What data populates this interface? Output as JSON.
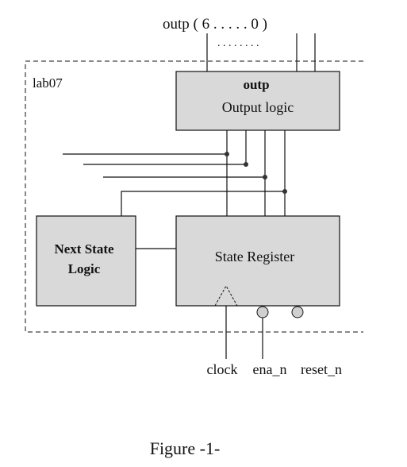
{
  "diagram": {
    "bus_label": "outp ( 6 . . . . . 0 )",
    "bus_dots": ". . . . . . . .",
    "module_name": "lab07",
    "output_block": {
      "title": "outp",
      "subtitle": "Output logic"
    },
    "next_state_block": {
      "line1": "Next State",
      "line2": "Logic"
    },
    "state_register_block": {
      "label": "State Register"
    },
    "inputs": {
      "clock": "clock",
      "enable": "ena_n",
      "reset": "reset_n"
    },
    "caption": "Figure -1-"
  }
}
